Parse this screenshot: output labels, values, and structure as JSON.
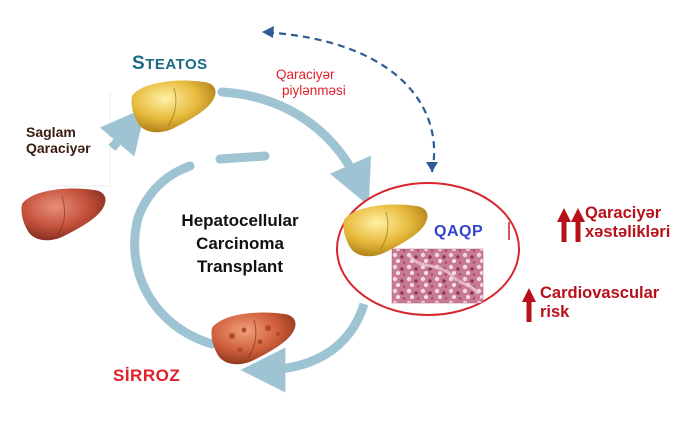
{
  "labels": {
    "healthy": "Saglam\nQaraciyər",
    "steatosis": "Steatos",
    "steatosis_sub": "Qaraciyər\npiylənməsi",
    "hcc_line1": "Hepatocellular",
    "hcc_line2": "Carcinoma",
    "hcc_line3": "Transplant",
    "nafld": "QAQP",
    "cirrhosis": "SİRROZ",
    "risk_liver": "Qaraciyər\nxəstəlikləri",
    "risk_cardio": "Cardiovascular\n risk"
  },
  "colors": {
    "healthy_liver": "#c0503a",
    "fatty_liver": "#e2b43a",
    "cirrhotic_liver": "#d0603e",
    "cycle_arrow": "#9ec3d2",
    "dashed_arrow": "#2f5c94",
    "nafld_ring": "#d8262e",
    "risk_arrow": "#b8101a",
    "histology": "#b65a78"
  },
  "icons": [
    "healthy-liver-icon",
    "fatty-liver-icon",
    "nafld-liver-icon",
    "cirrhotic-liver-icon",
    "histology-image",
    "up-arrow-icon"
  ]
}
